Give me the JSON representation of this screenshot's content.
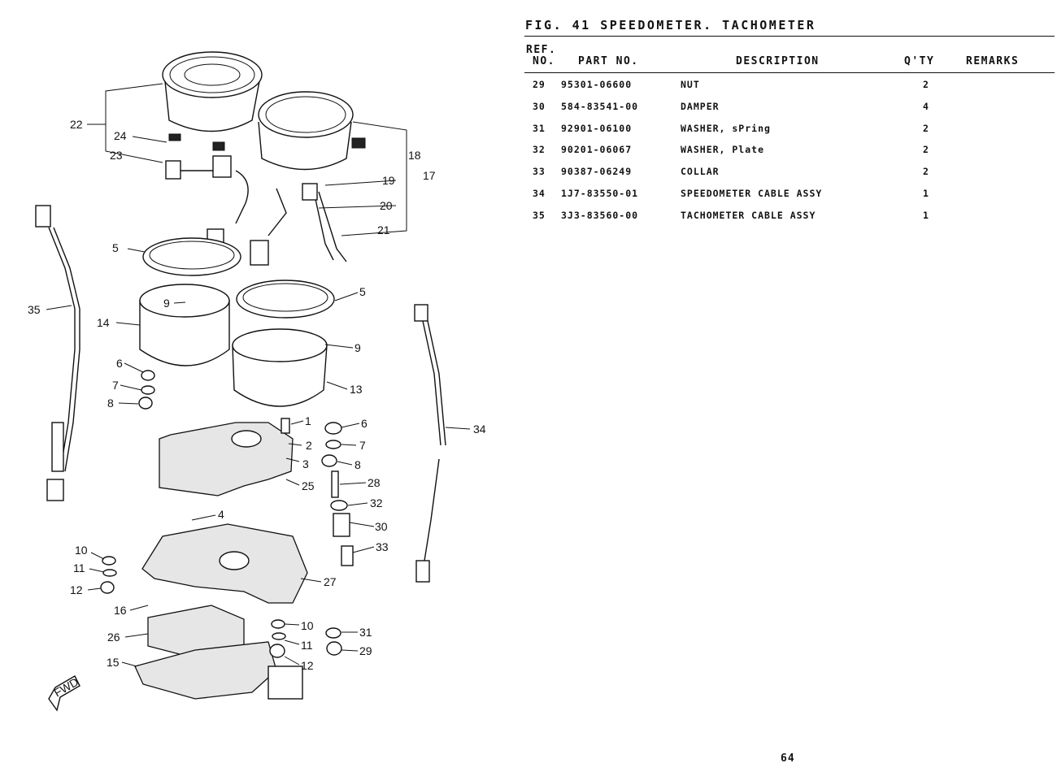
{
  "figure": {
    "title": "FIG. 41  SPEEDOMETER. TACHOMETER"
  },
  "table": {
    "headers": {
      "ref_line1": "REF.",
      "ref_line2": "NO.",
      "part_no": "PART NO.",
      "description": "DESCRIPTION",
      "qty": "Q'TY",
      "remarks": "REMARKS"
    },
    "rows": [
      {
        "ref": "29",
        "part_no": "95301-06600",
        "description": "NUT",
        "qty": "2",
        "remarks": ""
      },
      {
        "ref": "30",
        "part_no": "584-83541-00",
        "description": "DAMPER",
        "qty": "4",
        "remarks": ""
      },
      {
        "ref": "31",
        "part_no": "92901-06100",
        "description": "WASHER, sPring",
        "qty": "2",
        "remarks": ""
      },
      {
        "ref": "32",
        "part_no": "90201-06067",
        "description": "WASHER, Plate",
        "qty": "2",
        "remarks": ""
      },
      {
        "ref": "33",
        "part_no": "90387-06249",
        "description": "COLLAR",
        "qty": "2",
        "remarks": ""
      },
      {
        "ref": "34",
        "part_no": "1J7-83550-01",
        "description": "SPEEDOMETER CABLE ASSY",
        "qty": "1",
        "remarks": ""
      },
      {
        "ref": "35",
        "part_no": "3J3-83560-00",
        "description": "TACHOMETER CABLE ASSY",
        "qty": "1",
        "remarks": ""
      }
    ]
  },
  "diagram": {
    "callouts": [
      "22",
      "24",
      "23",
      "18",
      "19",
      "17",
      "20",
      "21",
      "5",
      "5",
      "35",
      "9",
      "14",
      "9",
      "6",
      "13",
      "7",
      "8",
      "1",
      "6",
      "2",
      "7",
      "3",
      "8",
      "25",
      "28",
      "32",
      "4",
      "30",
      "10",
      "33",
      "11",
      "27",
      "12",
      "16",
      "10",
      "31",
      "26",
      "11",
      "29",
      "15",
      "12",
      "34"
    ],
    "fwd_label": "FWD"
  },
  "page_number": "64"
}
